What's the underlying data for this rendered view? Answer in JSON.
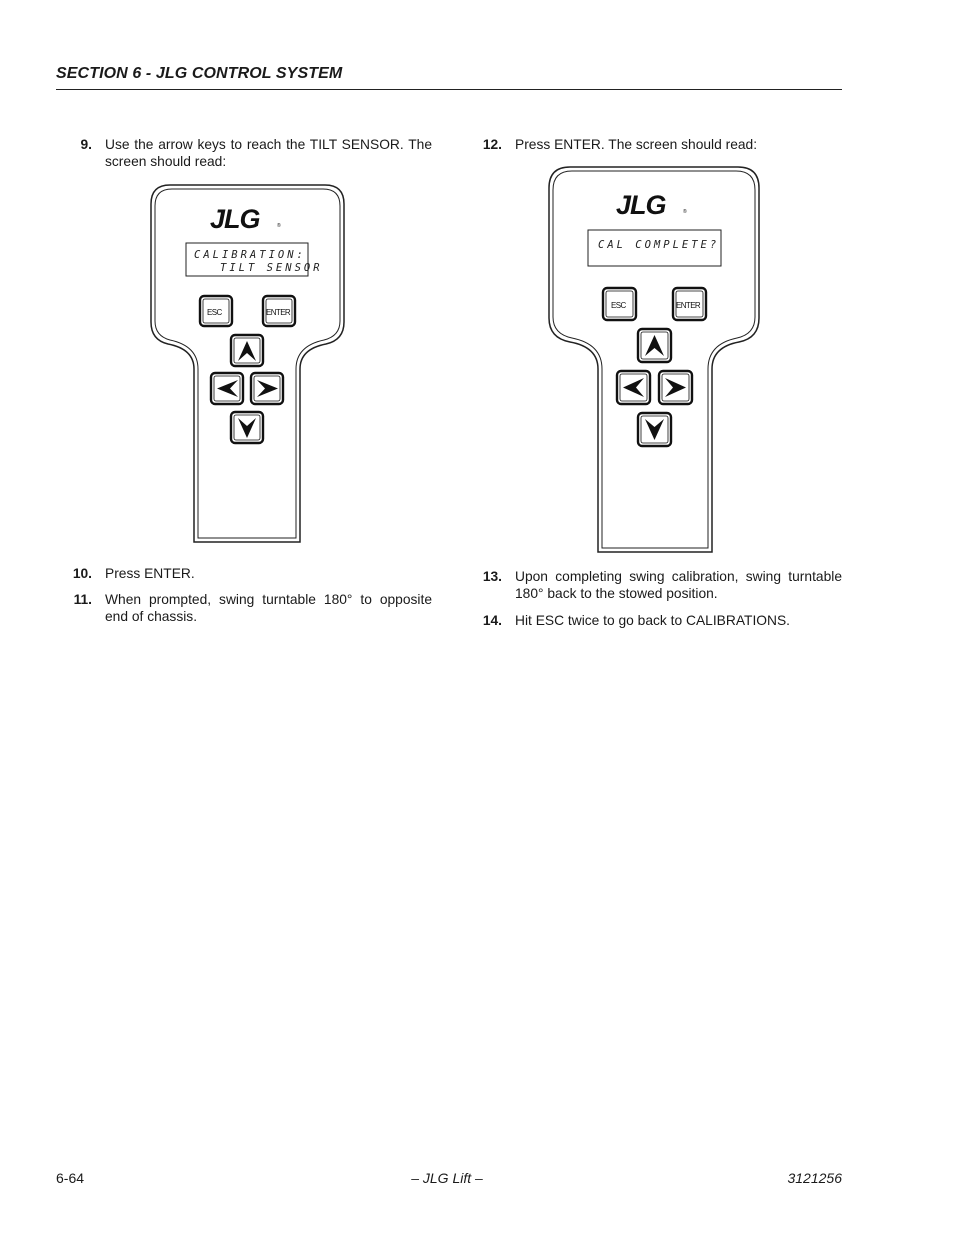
{
  "header": {
    "title": "SECTION 6 - JLG CONTROL SYSTEM"
  },
  "steps": {
    "s9": {
      "num": "9.",
      "text": "Use the arrow keys to reach the TILT SENSOR. The screen should read:"
    },
    "s10": {
      "num": "10.",
      "text": "Press ENTER."
    },
    "s11": {
      "num": "11.",
      "text": "When prompted, swing turntable 180° to opposite end of chassis."
    },
    "s12": {
      "num": "12.",
      "text": "Press ENTER. The screen should read:"
    },
    "s13": {
      "num": "13.",
      "text": "Upon completing swing calibration, swing turntable 180° back to the stowed position."
    },
    "s14": {
      "num": "14.",
      "text": "Hit ESC twice to go back to CALIBRATIONS."
    }
  },
  "pendant_left": {
    "logo": "JLG",
    "lcd_line1": "CALIBRATION:",
    "lcd_line2": "TILT SENSOR",
    "esc_label": "ESC",
    "enter_label": "ENTER",
    "icons": [
      "up-arrow-icon",
      "left-arrow-icon",
      "right-arrow-icon",
      "down-arrow-icon"
    ]
  },
  "pendant_right": {
    "logo": "JLG",
    "lcd_line1": "CAL COMPLETE?",
    "esc_label": "ESC",
    "enter_label": "ENTER",
    "icons": [
      "up-arrow-icon",
      "left-arrow-icon",
      "right-arrow-icon",
      "down-arrow-icon"
    ]
  },
  "footer": {
    "page_number": "6-64",
    "center": "– JLG Lift –",
    "doc_number": "3121256"
  }
}
